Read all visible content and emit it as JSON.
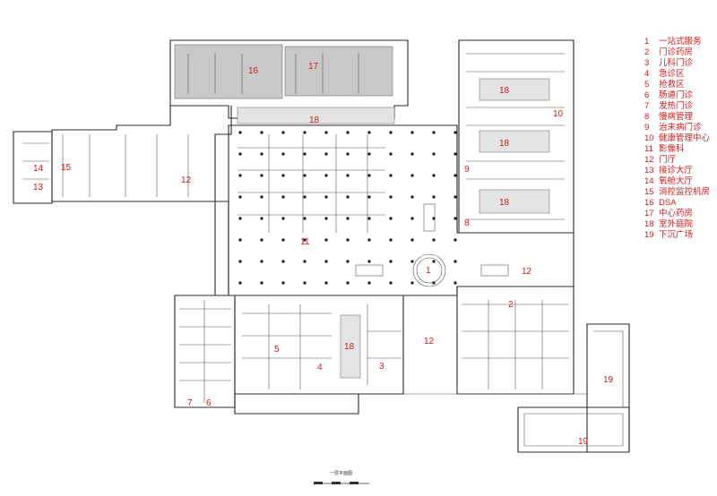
{
  "legend": [
    {
      "num": "1",
      "label": "一站式服务"
    },
    {
      "num": "2",
      "label": "门诊药房"
    },
    {
      "num": "3",
      "label": "儿科门诊"
    },
    {
      "num": "4",
      "label": "急诊区"
    },
    {
      "num": "5",
      "label": "抢救区"
    },
    {
      "num": "6",
      "label": "肠道门诊"
    },
    {
      "num": "7",
      "label": "发热门诊"
    },
    {
      "num": "8",
      "label": "慢病管理"
    },
    {
      "num": "9",
      "label": "治未病门诊"
    },
    {
      "num": "10",
      "label": "健康管理中心"
    },
    {
      "num": "11",
      "label": "影像科"
    },
    {
      "num": "12",
      "label": "门厅"
    },
    {
      "num": "13",
      "label": "接诊大厅"
    },
    {
      "num": "14",
      "label": "氧舱大厅"
    },
    {
      "num": "15",
      "label": "消控监控机房"
    },
    {
      "num": "16",
      "label": "DSA"
    },
    {
      "num": "17",
      "label": "中心药房"
    },
    {
      "num": "18",
      "label": "室外庭院"
    },
    {
      "num": "19",
      "label": "下沉广场"
    }
  ],
  "plan_labels": [
    "16",
    "17",
    "18",
    "18",
    "10",
    "18",
    "9",
    "18",
    "8",
    "14",
    "15",
    "12",
    "13",
    "11",
    "1",
    "12",
    "2",
    "5",
    "18",
    "4",
    "3",
    "12",
    "7",
    "6",
    "19",
    "19"
  ],
  "caption": "一层平面图",
  "colors": {
    "label": "#d11b1b",
    "wall": "#2b2b2b",
    "courtyard": "#c9c9c9"
  }
}
